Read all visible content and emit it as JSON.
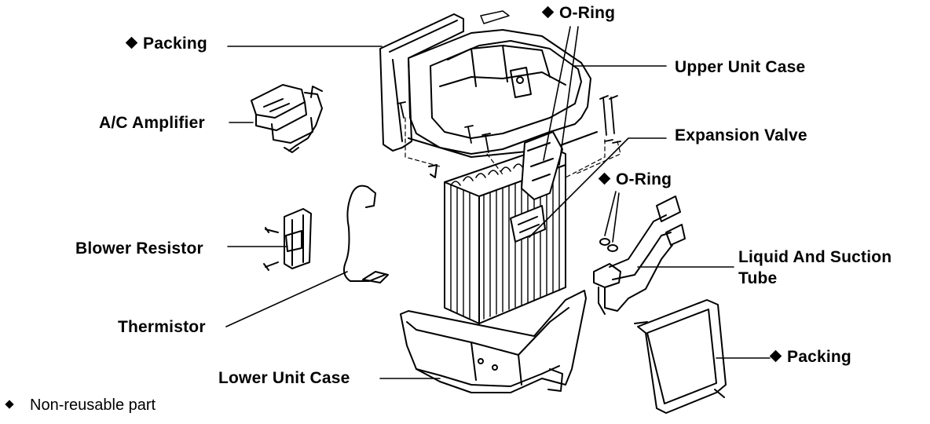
{
  "labels": {
    "packing_top": "Packing",
    "o_ring_top": "O-Ring",
    "upper_unit_case": "Upper Unit Case",
    "ac_amplifier": "A/C Amplifier",
    "expansion_valve": "Expansion Valve",
    "o_ring_right": "O-Ring",
    "blower_resistor": "Blower Resistor",
    "liquid_suction_tube_line1": "Liquid And Suction",
    "liquid_suction_tube_line2": "Tube",
    "thermistor": "Thermistor",
    "packing_bottom": "Packing",
    "lower_unit_case": "Lower Unit Case"
  },
  "legend": {
    "text": "Non-reusable part"
  }
}
